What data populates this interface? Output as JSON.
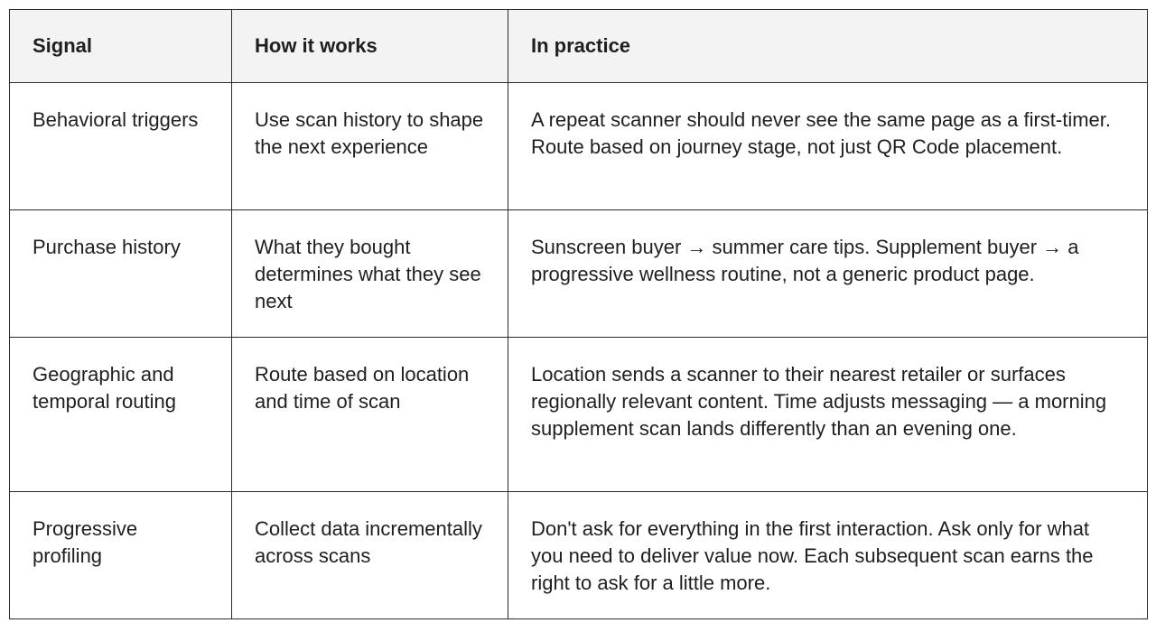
{
  "table": {
    "headers": [
      "Signal",
      "How it works",
      "In practice"
    ],
    "rows": [
      {
        "signal": "Behavioral triggers",
        "how": "Use scan history to shape the next experience",
        "practice": "A repeat scanner should never see the same page as a first-timer. Route based on journey stage, not just QR Code placement."
      },
      {
        "signal": "Purchase history",
        "how": "What they bought determines what they see next",
        "practice": "Sunscreen buyer → summer care tips. Supplement buyer → a progressive wellness routine, not a generic product page."
      },
      {
        "signal": "Geographic and temporal routing",
        "how": "Route based on location and time of scan",
        "practice": "Location sends a scanner to their nearest retailer or surfaces regionally relevant content. Time adjusts messaging — a morning supplement scan lands differently than an evening one."
      },
      {
        "signal": "Progressive profiling",
        "how": "Collect data incrementally across scans",
        "practice": "Don't ask for everything in the first interaction. Ask only for what you need to deliver value now. Each subsequent scan earns the right to ask for a little more."
      }
    ]
  },
  "colors": {
    "header_bg": "#f3f3f3",
    "border": "#2b2b2b",
    "text": "#1f1f1f"
  }
}
